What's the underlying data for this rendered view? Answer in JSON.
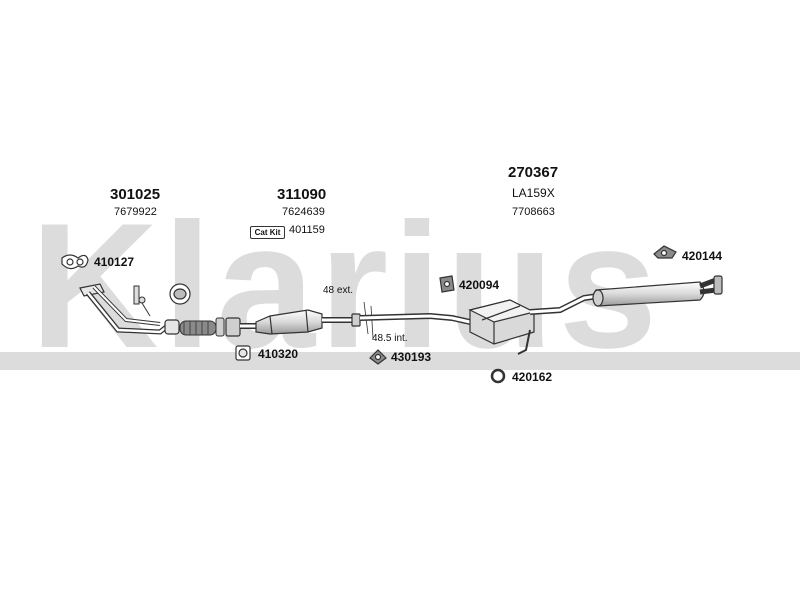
{
  "watermark": "Klarius",
  "groups": [
    {
      "main": "301025",
      "sub": "7679922"
    },
    {
      "main": "311090",
      "sub": "7624639"
    },
    {
      "main": "270367",
      "sub1": "LA159X",
      "sub2": "7708663"
    }
  ],
  "catkit": {
    "badge": "Cat Kit",
    "part": "401159"
  },
  "parts": {
    "p410127": "410127",
    "p410320": "410320",
    "p420094": "420094",
    "p430193": "430193",
    "p420162": "420162",
    "p420144": "420144"
  },
  "dimensions": {
    "ext": "48 ext.",
    "int": "48.5 int."
  },
  "colors": {
    "watermark": "#dcdcdc",
    "line": "#333333",
    "fill_light": "#e6e6e6",
    "fill_mid": "#bdbdbd",
    "fill_dark": "#8a8a8a"
  }
}
